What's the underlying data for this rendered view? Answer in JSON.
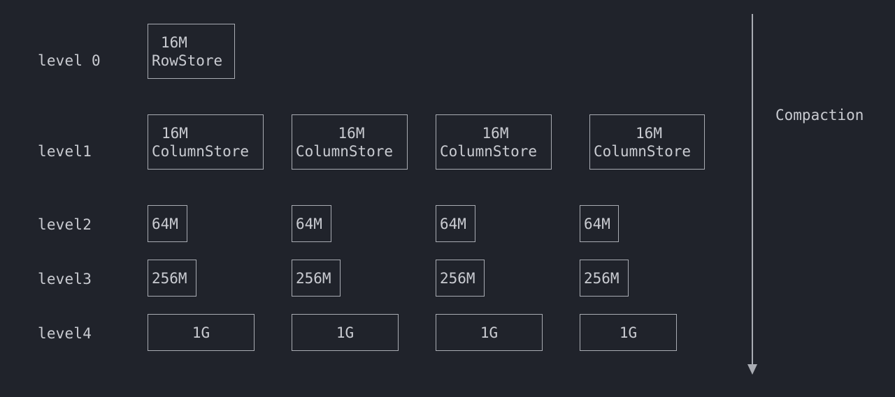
{
  "levels": [
    {
      "label": "level 0",
      "boxes": [
        {
          "size": "16M",
          "kind": "RowStore"
        }
      ]
    },
    {
      "label": "level1",
      "boxes": [
        {
          "size": "16M",
          "kind": "ColumnStore"
        },
        {
          "size": "16M",
          "kind": "ColumnStore"
        },
        {
          "size": "16M",
          "kind": "ColumnStore"
        },
        {
          "size": "16M",
          "kind": "ColumnStore"
        }
      ]
    },
    {
      "label": "level2",
      "boxes": [
        {
          "size": "64M"
        },
        {
          "size": "64M"
        },
        {
          "size": "64M"
        },
        {
          "size": "64M"
        }
      ]
    },
    {
      "label": "level3",
      "boxes": [
        {
          "size": "256M"
        },
        {
          "size": "256M"
        },
        {
          "size": "256M"
        },
        {
          "size": "256M"
        }
      ]
    },
    {
      "label": "level4",
      "boxes": [
        {
          "size": "1G"
        },
        {
          "size": "1G"
        },
        {
          "size": "1G"
        },
        {
          "size": "1G"
        }
      ]
    }
  ],
  "compaction_label": "Compaction",
  "colors": {
    "background": "#20232b",
    "text": "#c9cbd1",
    "stroke": "#a9acb3"
  }
}
